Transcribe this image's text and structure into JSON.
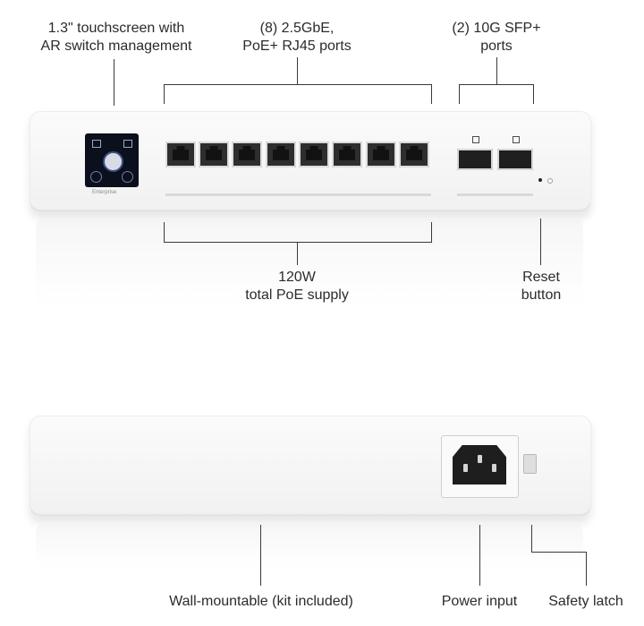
{
  "top_view": {
    "callouts": {
      "touchscreen": [
        "1.3\" touchscreen with",
        "AR switch management"
      ],
      "rj45_ports": [
        "(8) 2.5GbE,",
        "PoE+ RJ45 ports"
      ],
      "sfp_ports": [
        "(2) 10G SFP+",
        "ports"
      ],
      "poe_supply": [
        "120W",
        "total PoE supply"
      ],
      "reset": [
        "Reset",
        "button"
      ]
    },
    "brand_label": "Enterprise",
    "rj45_port_count": 8,
    "sfp_port_count": 2
  },
  "rear_view": {
    "callouts": {
      "wall_mount": "Wall-mountable (kit included)",
      "power_input": "Power input",
      "safety_latch": "Safety latch"
    }
  },
  "colors": {
    "device_body": "#f6f6f6",
    "screen": "#0c0f1c",
    "port": "#2e2e2e",
    "callout_line": "#3a3a3a"
  }
}
